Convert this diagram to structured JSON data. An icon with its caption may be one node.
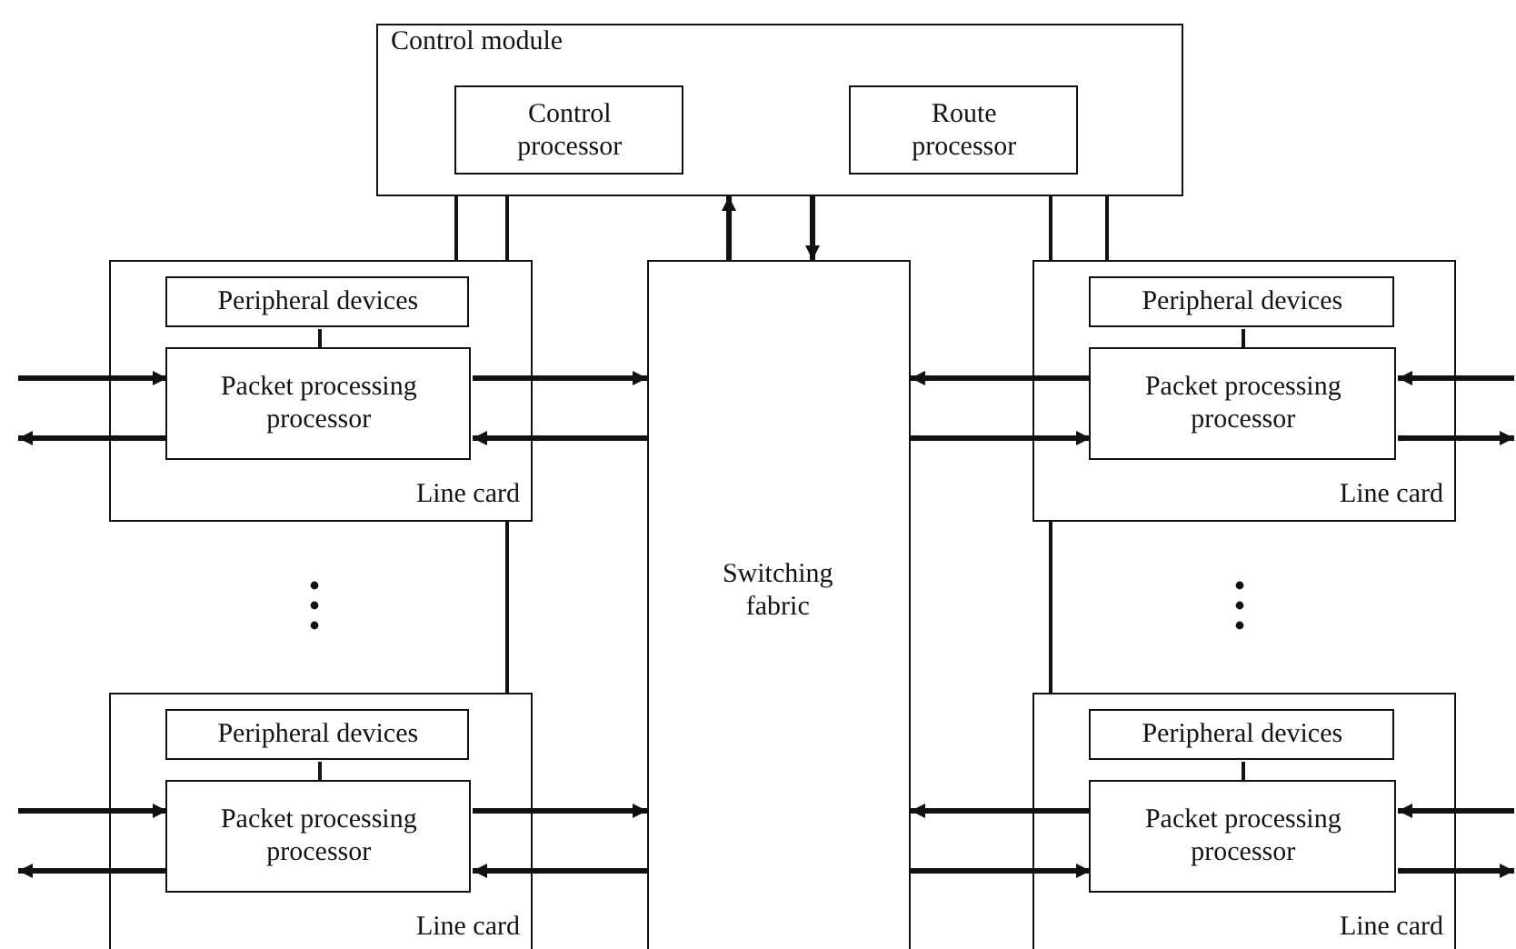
{
  "diagram": {
    "nodes": [
      {
        "text": [
          "Control module"
        ]
      },
      {
        "text": [
          "Control processor"
        ],
        "in": 0
      },
      {
        "text": [
          "Route processor"
        ],
        "in": 0
      },
      {
        "text": [
          "Switching fabric"
        ]
      },
      {
        "text": [
          "Line card"
        ]
      },
      {
        "text": [
          "Peripheral devices"
        ],
        "in": 4
      },
      {
        "text": [
          "Packet processing processor"
        ],
        "in": 4
      },
      {
        "text": [
          "Line card"
        ]
      },
      {
        "text": [
          "Peripheral devices"
        ],
        "in": 7
      },
      {
        "text": [
          "Packet processing processor"
        ],
        "in": 7
      },
      {
        "text": [
          "Line card"
        ]
      },
      {
        "text": [
          "Peripheral devices"
        ],
        "in": 10
      },
      {
        "text": [
          "Packet processing processor"
        ],
        "in": 10
      },
      {
        "text": [
          "Line card"
        ]
      },
      {
        "text": [
          "Peripheral devices"
        ],
        "in": 13
      },
      {
        "text": [
          "Packet processing processor"
        ],
        "in": 13
      }
    ],
    "edges": [
      {
        "from": 0,
        "to": 4,
        "arrow": "none"
      },
      {
        "from": 0,
        "to": 4,
        "arrow": "none"
      },
      {
        "from": 4,
        "to": 10,
        "arrow": "none"
      },
      {
        "from": 0,
        "to": 7,
        "arrow": "none"
      },
      {
        "from": 0,
        "to": 7,
        "arrow": "none"
      },
      {
        "from": 7,
        "to": 13,
        "arrow": "none"
      },
      {
        "from": 3,
        "to": 0,
        "arrow": "to"
      },
      {
        "from": 0,
        "to": 3,
        "arrow": "to"
      },
      {
        "from": 5,
        "to": 6,
        "arrow": "none"
      },
      {
        "from": null,
        "to": 6,
        "arrow": "to"
      },
      {
        "from": 6,
        "to": null,
        "arrow": "to"
      },
      {
        "from": 6,
        "to": 3,
        "arrow": "to"
      },
      {
        "from": 3,
        "to": 6,
        "arrow": "to"
      },
      {
        "from": 8,
        "to": 9,
        "arrow": "none"
      },
      {
        "from": 9,
        "to": 3,
        "arrow": "to"
      },
      {
        "from": 3,
        "to": 9,
        "arrow": "to"
      },
      {
        "from": null,
        "to": 9,
        "arrow": "to"
      },
      {
        "from": 9,
        "to": null,
        "arrow": "to"
      },
      {
        "from": 11,
        "to": 12,
        "arrow": "none"
      },
      {
        "from": null,
        "to": 12,
        "arrow": "to"
      },
      {
        "from": 12,
        "to": null,
        "arrow": "to"
      },
      {
        "from": 12,
        "to": 3,
        "arrow": "to"
      },
      {
        "from": 3,
        "to": 12,
        "arrow": "to"
      },
      {
        "from": 14,
        "to": 15,
        "arrow": "none"
      },
      {
        "from": 15,
        "to": 3,
        "arrow": "to"
      },
      {
        "from": 3,
        "to": 15,
        "arrow": "to"
      },
      {
        "from": null,
        "to": 15,
        "arrow": "to"
      },
      {
        "from": 15,
        "to": null,
        "arrow": "to"
      }
    ]
  }
}
